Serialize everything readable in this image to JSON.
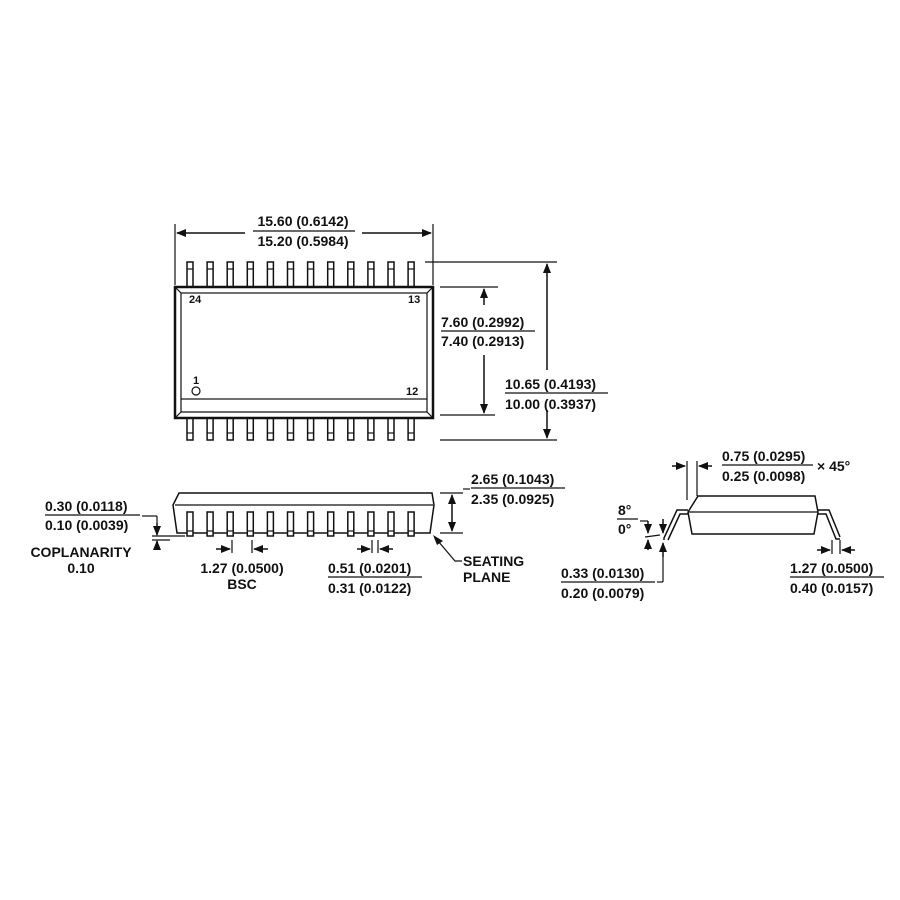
{
  "diagram": {
    "type": "package-outline-drawing",
    "package": "24-lead SOIC (wide body)",
    "pin_count": 24,
    "pins_per_side": 12
  },
  "top_view": {
    "pin_labels": {
      "top_left": "24",
      "top_right": "13",
      "bottom_left": "1",
      "bottom_right": "12"
    },
    "length": {
      "max": "15.60 (0.6142)",
      "min": "15.20 (0.5984)"
    },
    "body_width": {
      "max": "7.60 (0.2992)",
      "min": "7.40 (0.2913)"
    },
    "overall_width": {
      "max": "10.65 (0.4193)",
      "min": "10.00 (0.3937)"
    }
  },
  "side_view": {
    "standoff": {
      "max": "0.30 (0.0118)",
      "min": "0.10 (0.0039)"
    },
    "coplanarity": {
      "label": "COPLANARITY",
      "value": "0.10"
    },
    "pitch": {
      "value": "1.27 (0.0500)",
      "note": "BSC"
    },
    "lead_width": {
      "max": "0.51 (0.0201)",
      "min": "0.31 (0.0122)"
    },
    "height": {
      "max": "2.65 (0.1043)",
      "min": "2.35 (0.0925)"
    },
    "seating_plane": {
      "line1": "SEATING",
      "line2": "PLANE"
    }
  },
  "end_view": {
    "chamfer": {
      "max": "0.75 (0.0295)",
      "min": "0.25 (0.0098)",
      "suffix": "× 45°"
    },
    "angle": {
      "max": "8°",
      "min": "0°"
    },
    "lead_thickness": {
      "max": "0.33 (0.0130)",
      "min": "0.20 (0.0079)"
    },
    "foot_length": {
      "max": "1.27 (0.0500)",
      "min": "0.40 (0.0157)"
    }
  }
}
